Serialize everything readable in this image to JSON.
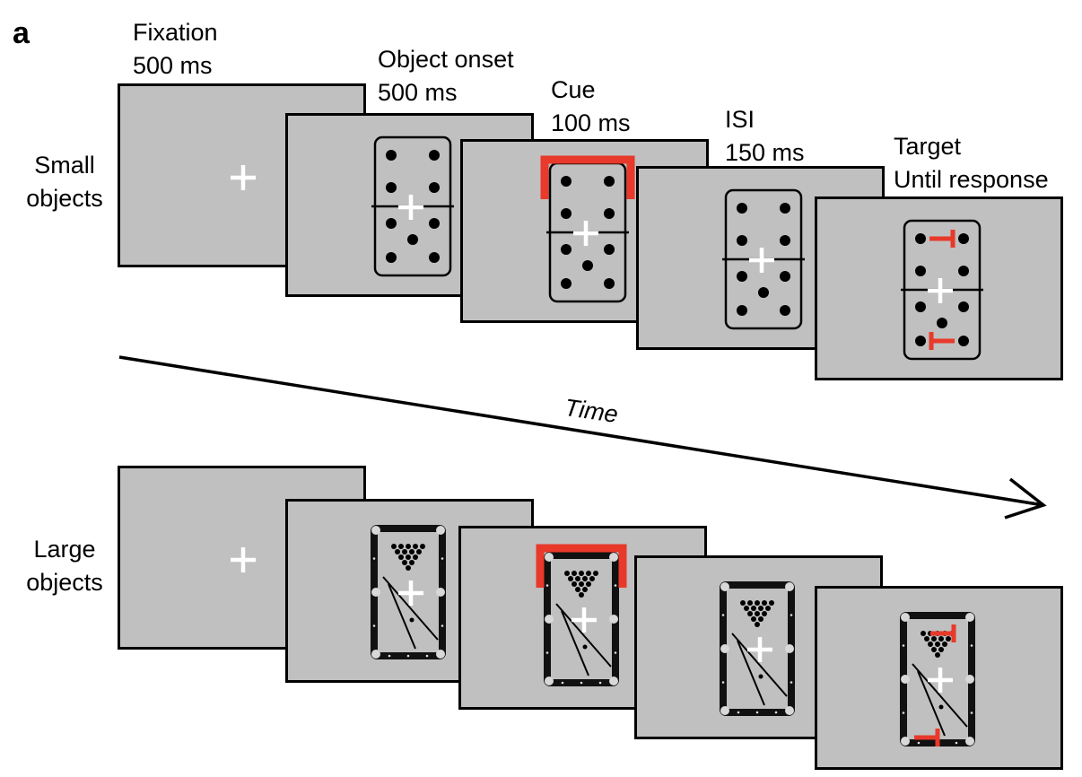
{
  "panel_label": "a",
  "rows": [
    {
      "label_line1": "Small",
      "label_line2": "objects",
      "object": "domino"
    },
    {
      "label_line1": "Large",
      "label_line2": "objects",
      "object": "pool-table"
    }
  ],
  "stages": [
    {
      "name": "Fixation",
      "duration": "500 ms"
    },
    {
      "name": "Object onset",
      "duration": "500 ms"
    },
    {
      "name": "Cue",
      "duration": "100 ms"
    },
    {
      "name": "ISI",
      "duration": "150 ms"
    },
    {
      "name": "Target",
      "duration": "Until response"
    }
  ],
  "time_axis_label": "Time",
  "colors": {
    "screen_fill": "#c0c0c0",
    "cue_red": "#e8392a",
    "fixation_cross": "#ffffff",
    "outline": "#000000"
  }
}
